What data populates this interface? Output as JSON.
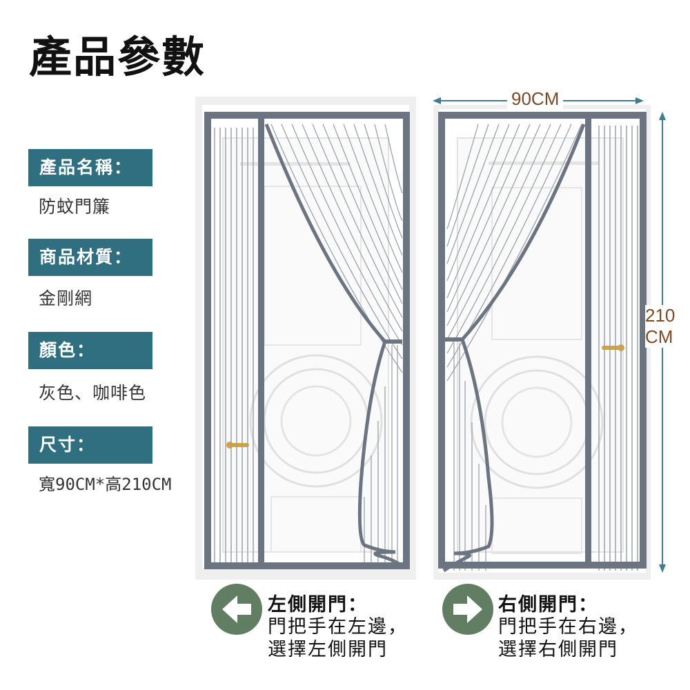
{
  "title": "產品參數",
  "specs": [
    {
      "label": "產品名稱：",
      "value": "防蚊門簾"
    },
    {
      "label": "商品材質：",
      "value": "金剛網"
    },
    {
      "label": "顏色：",
      "value": "灰色、咖啡色"
    },
    {
      "label": "尺寸：",
      "value": "寬90CM*高210CM"
    }
  ],
  "dimensions": {
    "width": "90CM",
    "height_line1": "210",
    "height_line2": "CM"
  },
  "options": [
    {
      "icon": "arrow-left-icon",
      "head": "左側開門：",
      "line1": "門把手在左邊，",
      "line2": "選擇左側開門"
    },
    {
      "icon": "arrow-right-icon",
      "head": "右側開門：",
      "line1": "門把手在右邊，",
      "line2": "選擇右側開門"
    }
  ],
  "colors": {
    "label_bg": "#2f6f80",
    "frame": "#6b7480",
    "arrow_circle": "#617e62",
    "dimension_text": "#7a4a26",
    "dimension_line": "#3f7d8c"
  }
}
